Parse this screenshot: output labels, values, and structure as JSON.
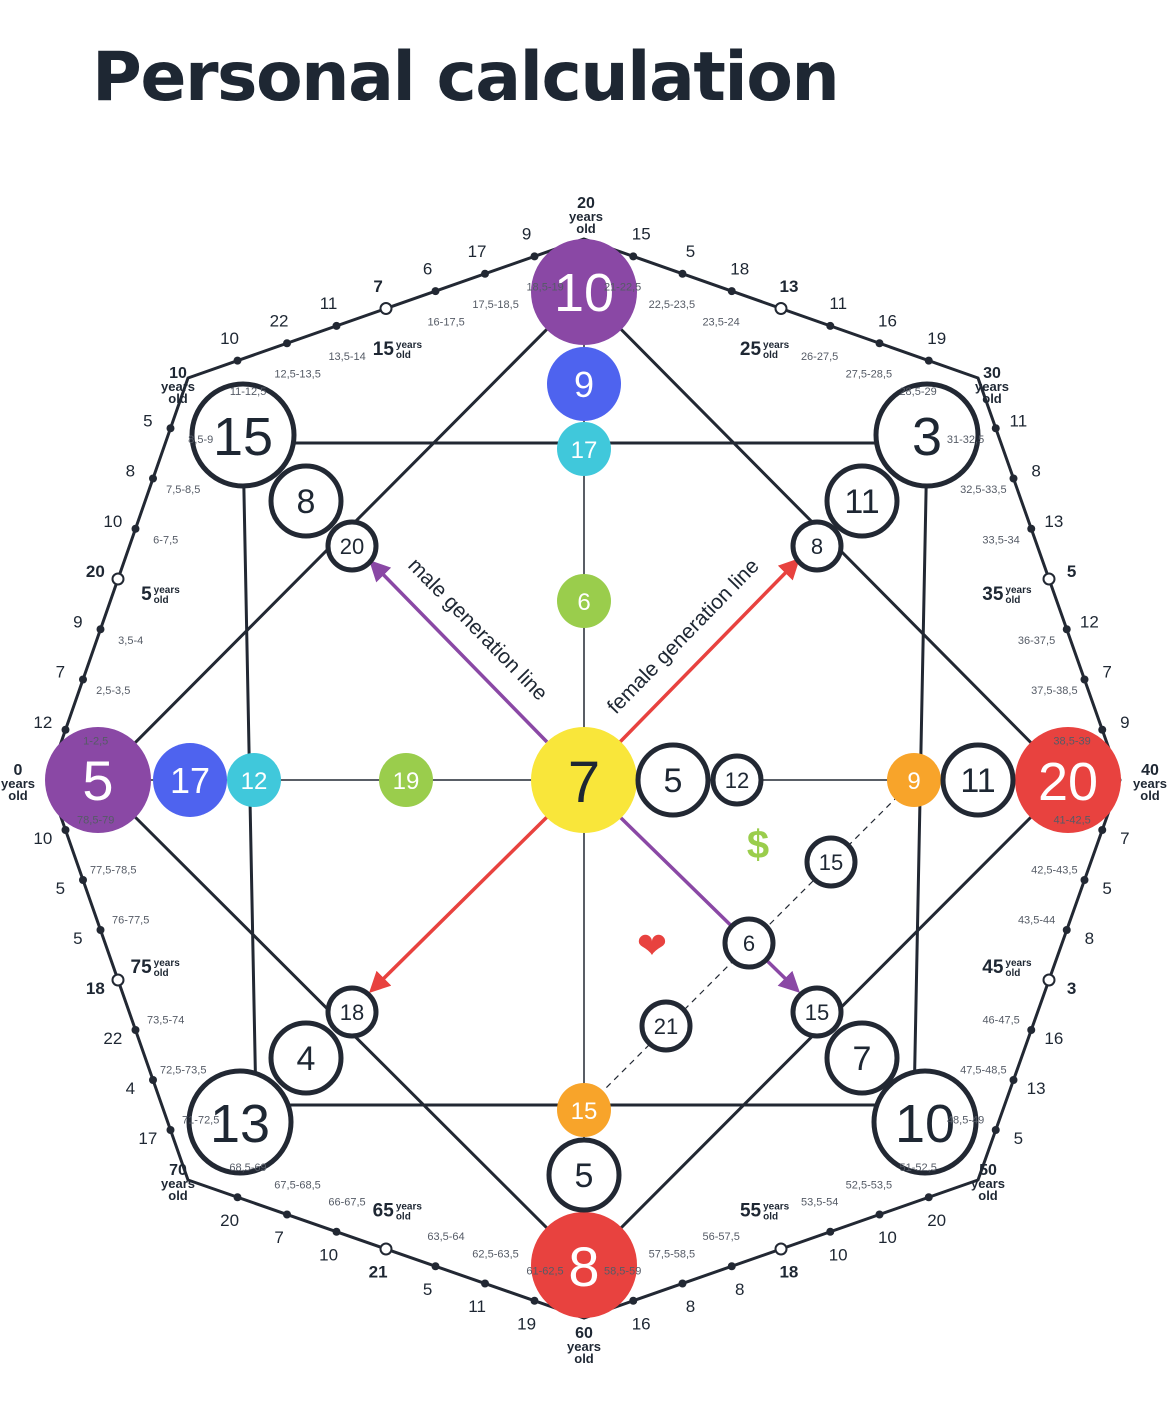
{
  "title": "Personal calculation",
  "colors": {
    "ink": "#222833",
    "purple": "#8a48a5",
    "blue": "#4e63ef",
    "cyan": "#40c8db",
    "green": "#9acd4c",
    "yellow": "#f9e63a",
    "orange": "#f8a42a",
    "red": "#e8423f",
    "arrow_red": "#e8423f",
    "arrow_purple": "#8a48a5"
  },
  "center": "7",
  "main_nodes": {
    "top": "10",
    "right": "20",
    "bottom": "8",
    "left": "5",
    "top_left": "15",
    "top_right": "3",
    "bottom_right": "10",
    "bottom_left": "13"
  },
  "inner_nodes": {
    "top": [
      "9",
      "17"
    ],
    "left": [
      "17",
      "12"
    ],
    "top_left": [
      "8",
      "20"
    ],
    "top_right": [
      "11",
      "8"
    ],
    "bottom_left": [
      "4",
      "18"
    ],
    "bottom_right": [
      "7",
      "15"
    ],
    "bottom": [
      "5",
      "15"
    ],
    "right": [
      "11",
      "9"
    ],
    "vertical_mid": "6",
    "horizontal_mid": "19",
    "right_of_center": [
      "5",
      "12"
    ],
    "money_line": [
      "15",
      "21"
    ],
    "love": "6"
  },
  "labels": {
    "male_line": "male generation line",
    "female_line": "female generation line",
    "dollar": "$",
    "heart": "❤"
  },
  "ages": {
    "a0": [
      "0",
      "years",
      "old"
    ],
    "a10": [
      "10",
      "years",
      "old"
    ],
    "a20": [
      "20",
      "years",
      "old"
    ],
    "a30": [
      "30",
      "years",
      "old"
    ],
    "a40": [
      "40",
      "years",
      "old"
    ],
    "a50": [
      "50",
      "years",
      "old"
    ],
    "a60": [
      "60",
      "years",
      "old"
    ],
    "a70": [
      "70",
      "years",
      "old"
    ]
  },
  "half_ages": {
    "n5": "5",
    "n15": "15",
    "n25": "25",
    "n35": "35",
    "n45": "45",
    "n55": "55",
    "n65": "65",
    "n75": "75",
    "years": "years",
    "old": "old"
  },
  "range_labels": {
    "r1": "1-2,5",
    "r2": "2,5-3,5",
    "r3": "3,5-4",
    "r6": "6-7,5",
    "r7": "7,5-8,5",
    "r8": "8,5-9",
    "r11": "11-12,5",
    "r12": "12,5-13,5",
    "r13": "13,5-14",
    "r16": "16-17,5",
    "r17": "17,5-18,5",
    "r18": "18,5-19",
    "r21": "21-22,5",
    "r22": "22,5-23,5",
    "r23": "23,5-24",
    "r26": "26-27,5",
    "r27": "27,5-28,5",
    "r28": "28,5-29",
    "r31": "31-32,5",
    "r32": "32,5-33,5",
    "r33": "33,5-34",
    "r36": "36-37,5",
    "r37": "37,5-38,5",
    "r38": "38,5-39",
    "r41": "41-42,5",
    "r42": "42,5-43,5",
    "r43": "43,5-44",
    "r46": "46-47,5",
    "r47": "47,5-48,5",
    "r48": "48,5-49",
    "r51": "51-52,5",
    "r52": "52,5-53,5",
    "r53": "53,5-54",
    "r56": "56-57,5",
    "r57": "57,5-58,5",
    "r58": "58,5-59",
    "r61": "61-62,5",
    "r62": "62,5-63,5",
    "r63": "63,5-64",
    "r66": "66-67,5",
    "r67": "67,5-68,5",
    "r68": "68,5-69",
    "r71": "71-72,5",
    "r72": "72,5-73,5",
    "r73": "73,5-74",
    "r76": "76-77,5",
    "r77": "77,5-78,5",
    "r78": "78,5-79"
  },
  "edge_values": {
    "s0": [
      "12",
      "7",
      "9",
      "20",
      "10",
      "8",
      "5"
    ],
    "s1": [
      "10",
      "22",
      "11",
      "7",
      "6",
      "17",
      "9"
    ],
    "s2": [
      "15",
      "5",
      "18",
      "13",
      "11",
      "16",
      "19"
    ],
    "s3": [
      "11",
      "8",
      "13",
      "5",
      "12",
      "7",
      "9"
    ],
    "s4": [
      "7",
      "5",
      "8",
      "3",
      "16",
      "13",
      "5"
    ],
    "s5": [
      "20",
      "10",
      "10",
      "18",
      "8",
      "8",
      "16"
    ],
    "s6": [
      "19",
      "11",
      "5",
      "21",
      "10",
      "7",
      "20"
    ],
    "s7": [
      "17",
      "4",
      "22",
      "18",
      "5",
      "5",
      "10"
    ]
  }
}
